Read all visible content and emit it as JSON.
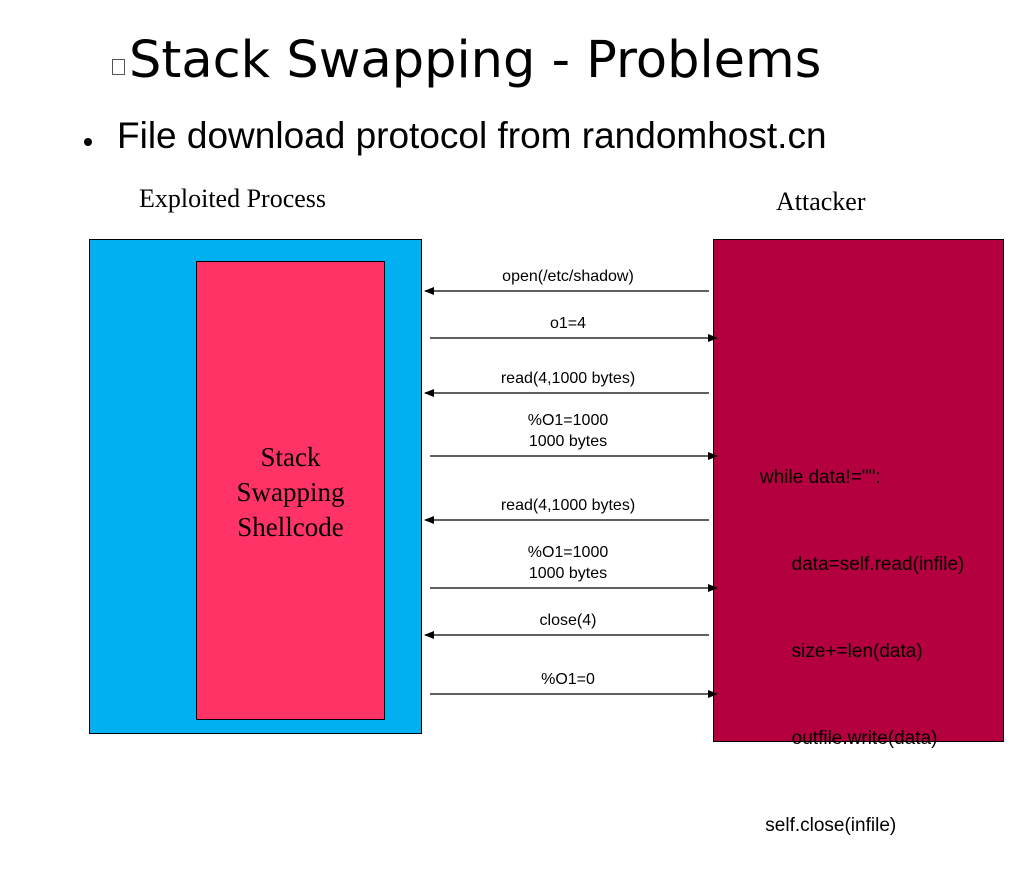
{
  "slide": {
    "title": "Stack Swapping - Problems",
    "bullet": "File download protocol from randomhost.cn"
  },
  "diagram": {
    "left_label": "Exploited Process",
    "right_label": "Attacker",
    "inner_label_lines": [
      "Stack",
      "Swapping",
      "Shellcode"
    ],
    "colors": {
      "process": "#00b0f0",
      "shellcode": "#ff3366",
      "attacker": "#b5003f"
    },
    "messages": [
      {
        "lines": [
          "open(/etc/shadow)"
        ],
        "direction": "to-process"
      },
      {
        "lines": [
          "o1=4"
        ],
        "direction": "to-attacker"
      },
      {
        "lines": [
          "read(4,1000 bytes)"
        ],
        "direction": "to-process"
      },
      {
        "lines": [
          "%O1=1000",
          "1000 bytes"
        ],
        "direction": "to-attacker"
      },
      {
        "lines": [
          "read(4,1000 bytes)"
        ],
        "direction": "to-process"
      },
      {
        "lines": [
          "%O1=1000",
          "1000 bytes"
        ],
        "direction": "to-attacker"
      },
      {
        "lines": [
          "close(4)"
        ],
        "direction": "to-process"
      },
      {
        "lines": [
          "%O1=0"
        ],
        "direction": "to-attacker"
      }
    ],
    "code_lines": [
      "while data!=\"\":",
      "      data=self.read(infile)",
      "      size+=len(data)",
      "      outfile.write(data)",
      " self.close(infile)"
    ]
  }
}
